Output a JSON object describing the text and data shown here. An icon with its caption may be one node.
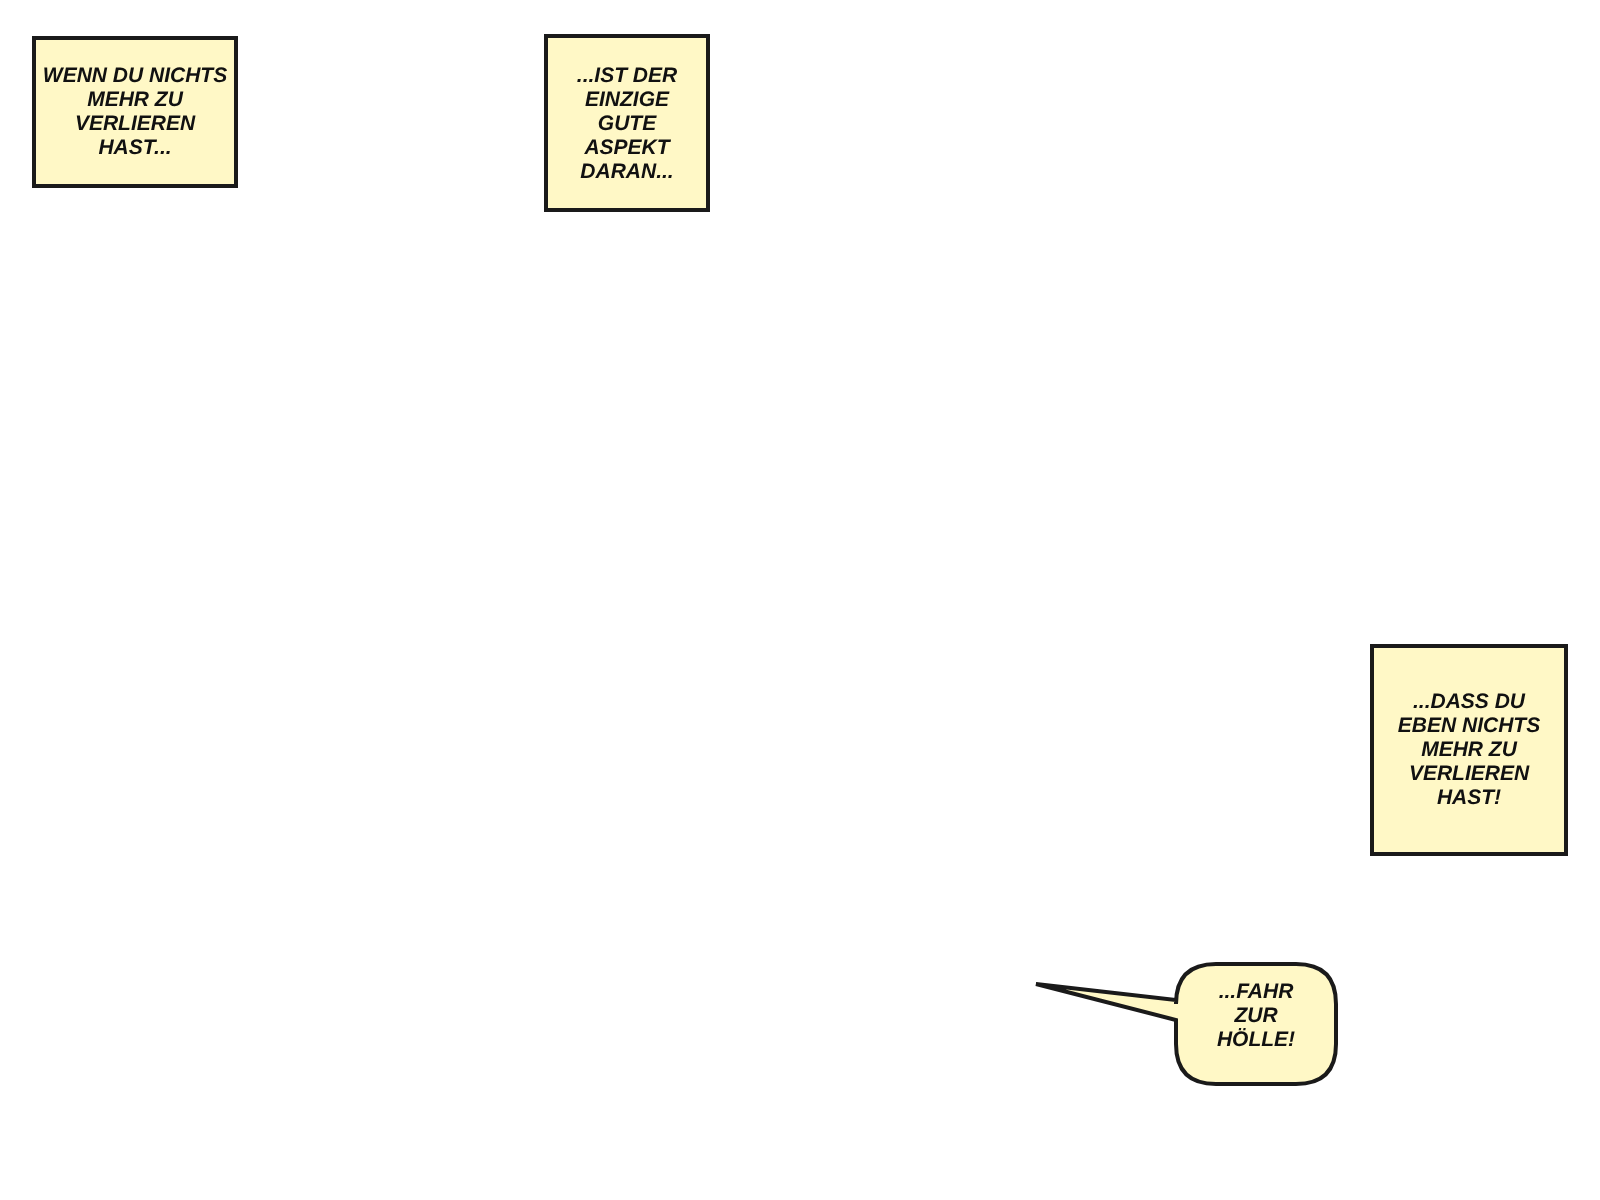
{
  "diagram": {
    "nodes": [
      {
        "text": [
          "WENN DU NICHTS MEHR ZU VERLIEREN HAST..."
        ]
      },
      {
        "text": [
          "...IST DER EINZIGE GUTE ASPEKT DARAN..."
        ]
      },
      {
        "text": [
          "...DASS DU EBEN NICHTS MEHR ZU VERLIEREN HAST!"
        ]
      },
      {
        "text": [
          "...FAHR ZUR HÖLLE!"
        ]
      }
    ],
    "edges": []
  }
}
